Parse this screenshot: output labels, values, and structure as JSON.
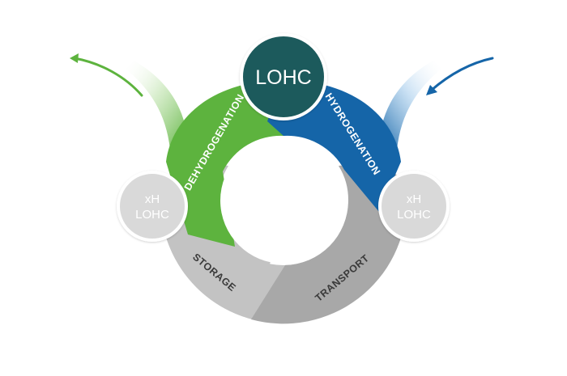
{
  "diagram": {
    "center_node": {
      "label": "LOHC"
    },
    "left_node": {
      "line1": "xH",
      "line2": "LOHC"
    },
    "right_node": {
      "line1": "xH",
      "line2": "LOHC"
    },
    "segments": {
      "dehydrogenation": "DEHYDROGENATION",
      "hydrogenation": "HYDROGENATION",
      "storage": "STORAGE",
      "transport": "TRANSPORT"
    },
    "colors": {
      "green": "#5db33e",
      "blue": "#1565a8",
      "teal": "#1f5a5b",
      "gray_light": "#c3c3c3",
      "gray_dark": "#a8a8a8",
      "node_gray": "#d9d9d9",
      "node_text": "#ffffff"
    },
    "icons": {
      "left_arrow": "arrow-out-icon",
      "right_arrow": "arrow-in-icon"
    }
  }
}
